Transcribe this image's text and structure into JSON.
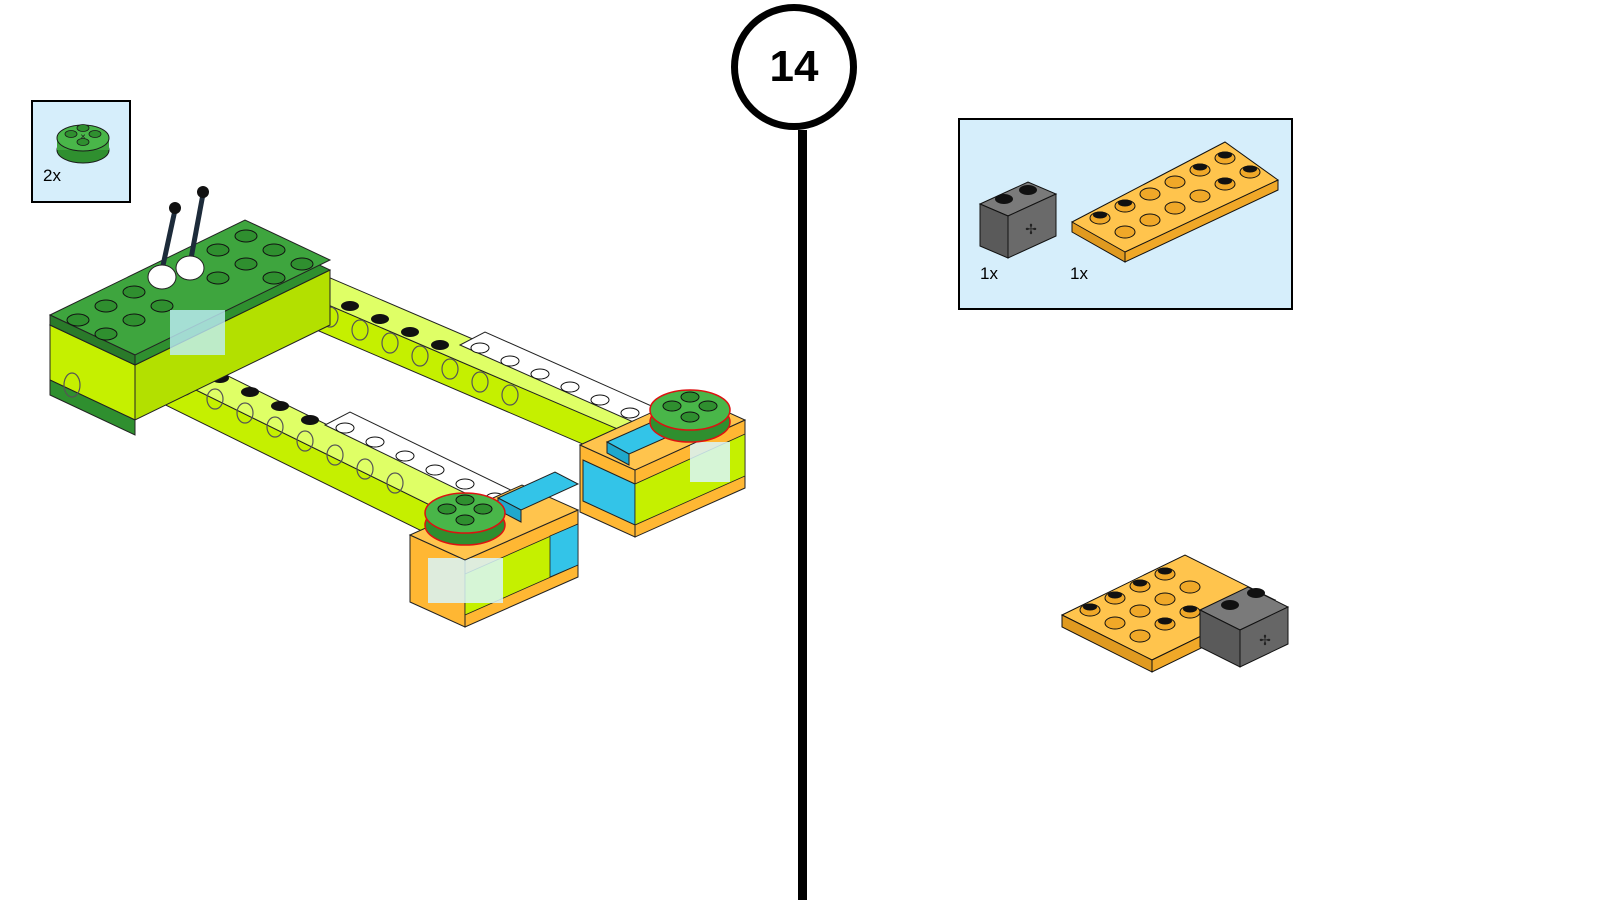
{
  "step": {
    "number": "14"
  },
  "left_parts": {
    "items": [
      {
        "part": "green-round-plate-2x2",
        "qty": "2x"
      }
    ]
  },
  "right_parts": {
    "items": [
      {
        "part": "dark-gray-technic-brick-1x2-axle-hole",
        "qty": "1x"
      },
      {
        "part": "orange-plate-2x6",
        "qty": "1x"
      }
    ]
  },
  "colors": {
    "dark_green": "#2f8f2f",
    "lime": "#c5f000",
    "orange": "#ffb733",
    "azure": "#33c4e8",
    "dark_gray": "#5e5e5e",
    "panel": "#d6eefb"
  }
}
